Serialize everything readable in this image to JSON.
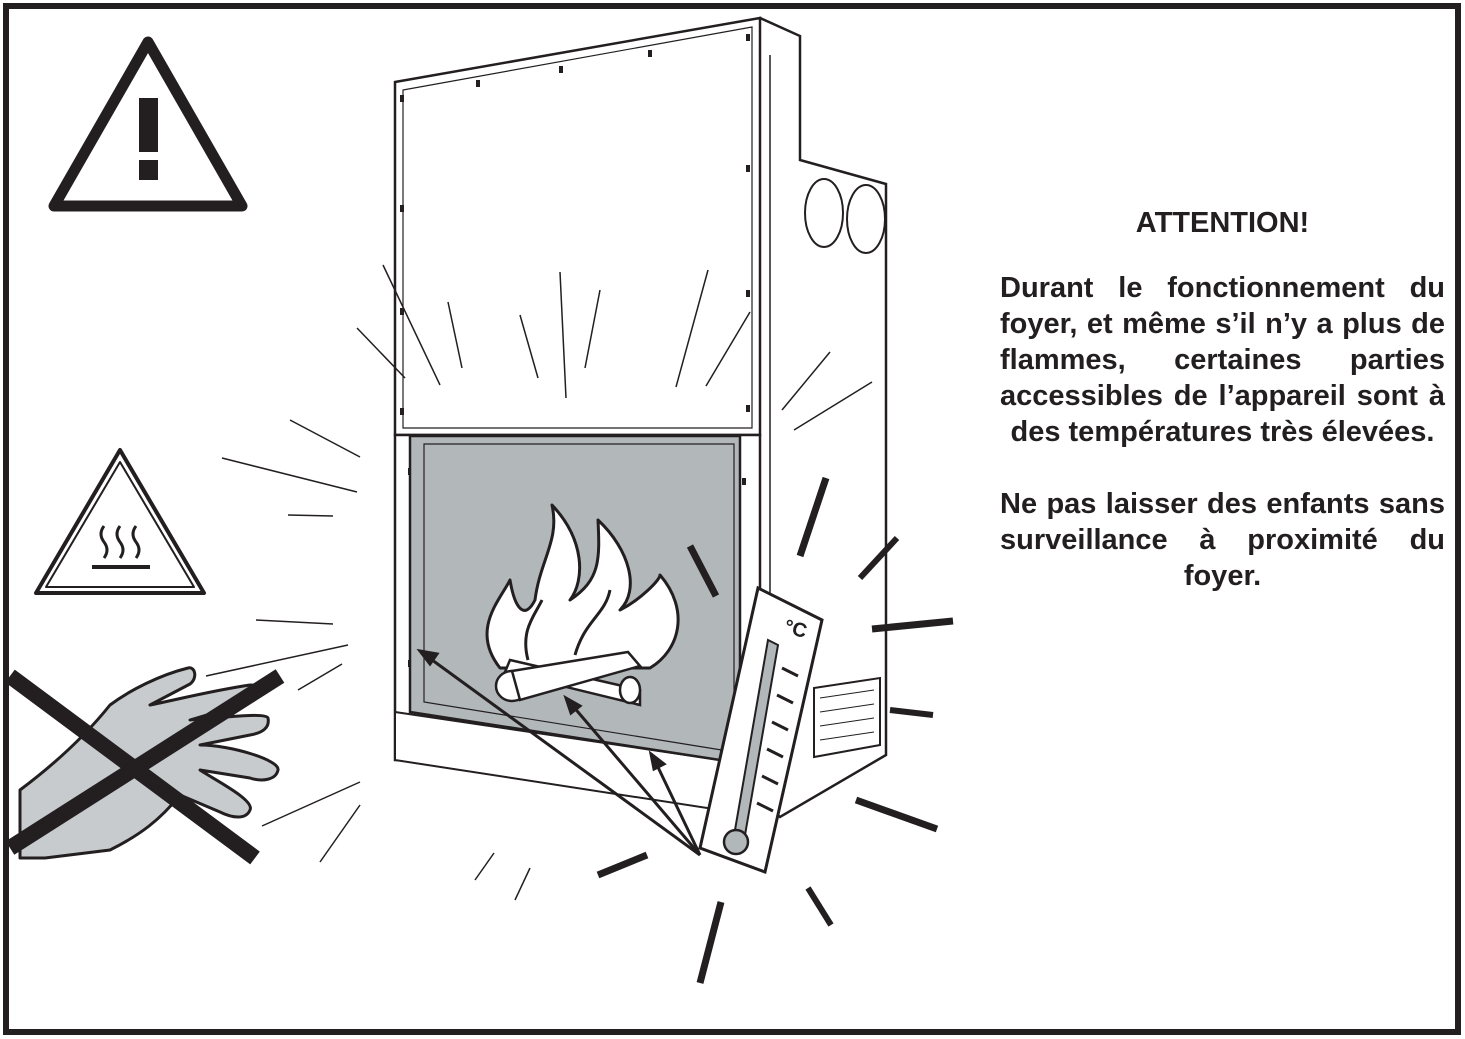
{
  "colors": {
    "ink": "#231f20",
    "glass": "#b2b7ba",
    "fill_light": "#c8cbcd",
    "background": "#ffffff"
  },
  "icons": {
    "warning": "exclamation-triangle",
    "hot_surface": "hot-surface-triangle",
    "thermometer": "thermometer",
    "hand_prohibited": "crossed-hand"
  },
  "thermometer_unit": "°C",
  "notice": {
    "title": "ATTENTION!",
    "paragraph1": "Durant le fonctionnement du foyer, et même s’il n’y a plus de flammes, certaines parties accessibles de l’appareil sont à des températures très élevées.",
    "paragraph2": "Ne pas laisser des enfants sans surveillance à proximité du foyer."
  }
}
